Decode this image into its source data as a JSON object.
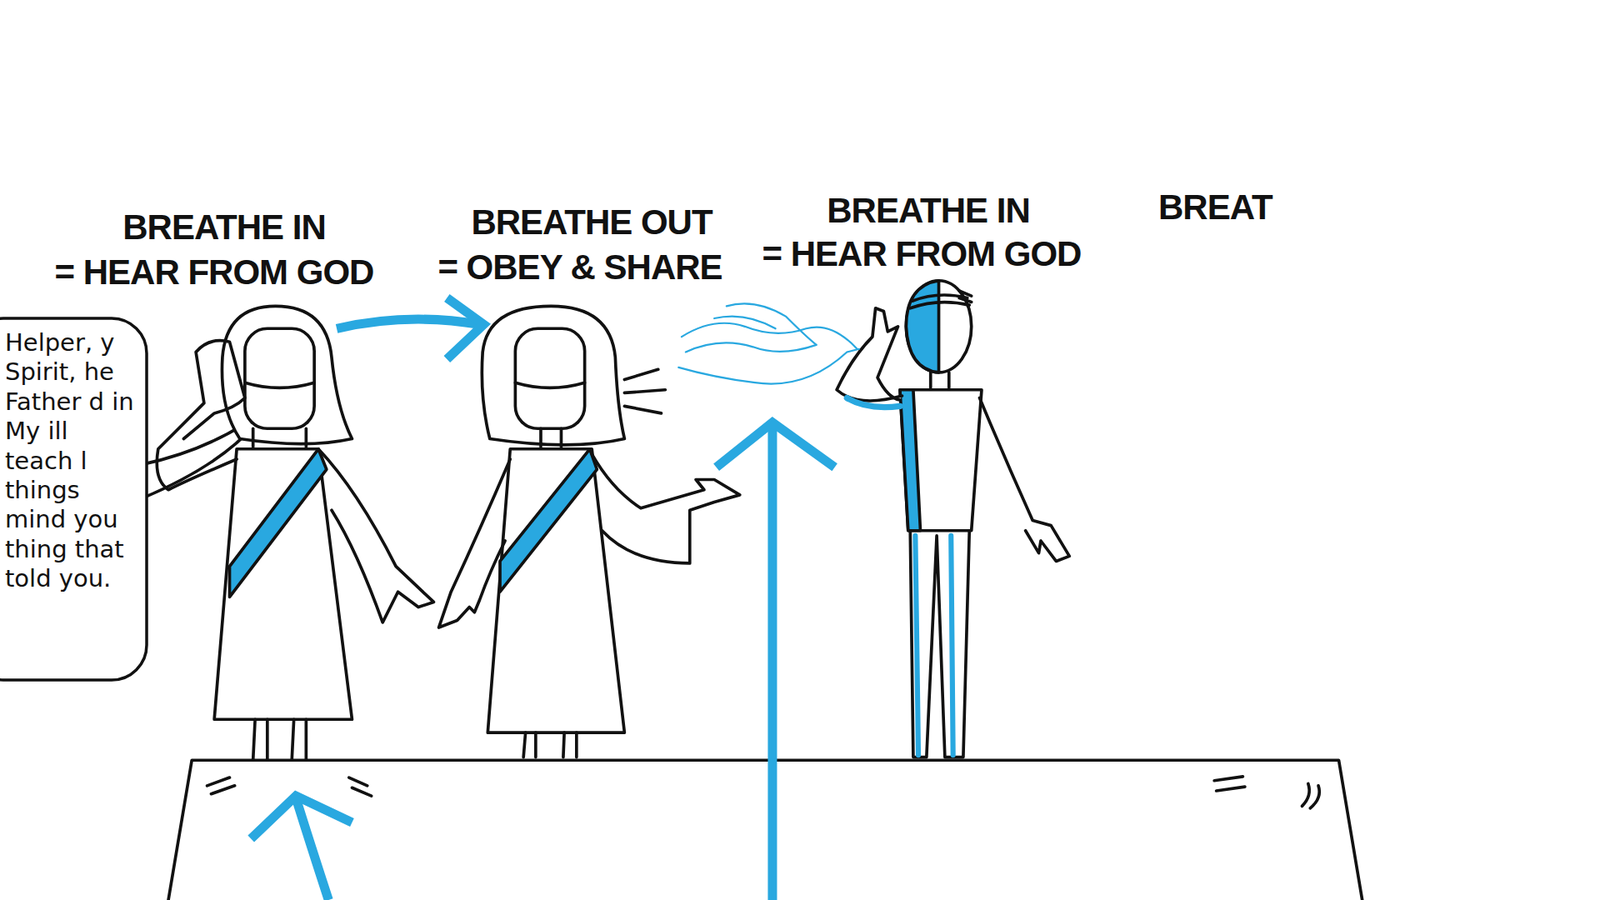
{
  "diagram": {
    "nodes": [
      {
        "text": [
          "Helper, y Spirit, he Father d in My ill teach l things mind you thing that told you."
        ]
      }
    ],
    "labels": [
      "BREATHE IN",
      "= HEAR FROM GOD",
      "BREATHE OUT",
      "= OBEY & SHARE",
      "BREATHE IN",
      "= HEAR FROM GOD",
      "BREAT"
    ]
  }
}
